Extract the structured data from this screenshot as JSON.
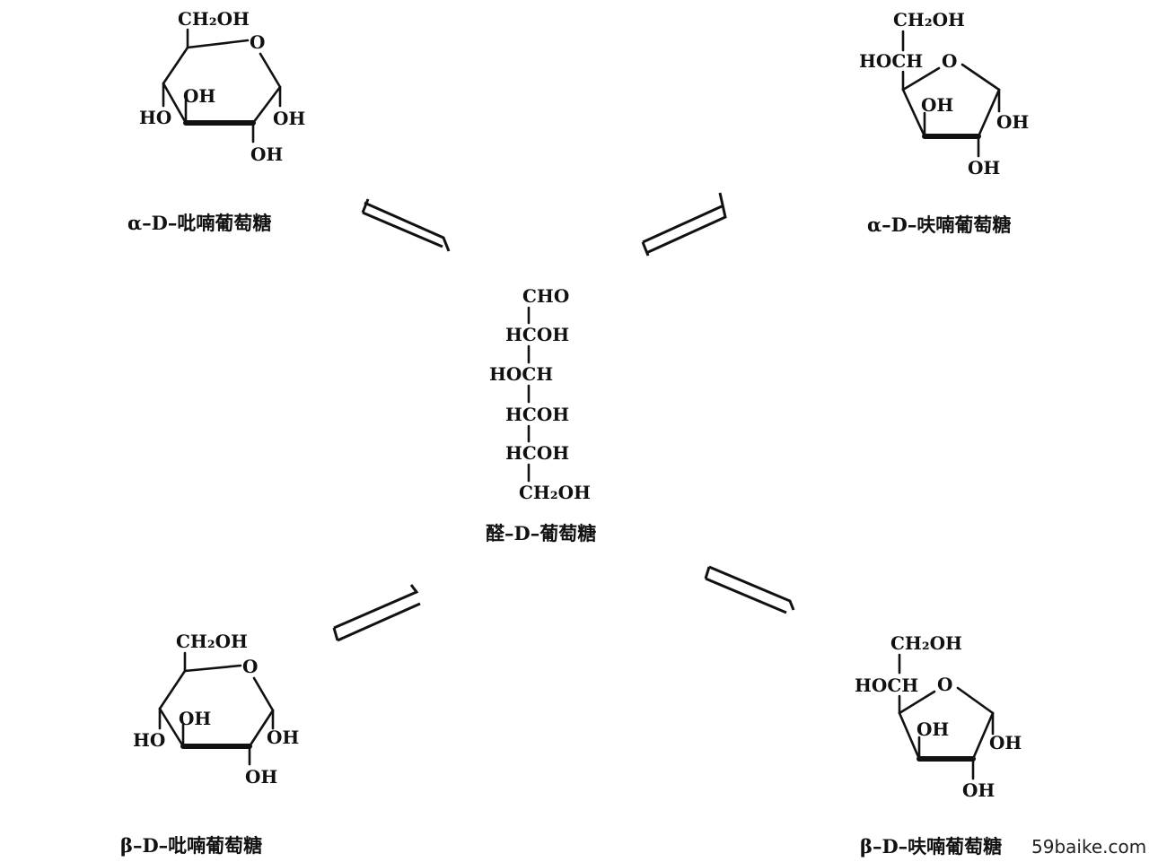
{
  "captions": {
    "alpha_pyranose": "α–D–吡喃葡萄糖",
    "alpha_furanose": "α–D–呋喃葡萄糖",
    "open_chain": "醛–D–葡萄糖",
    "beta_pyranose": "β–D–吡喃葡萄糖",
    "beta_furanose": "β–D–呋喃葡萄糖"
  },
  "alpha_pyranose": {
    "ch2oh": "CH₂OH",
    "ring_o": "O",
    "oh_inner": "OH",
    "ho_left": "HO",
    "oh_right": "OH",
    "oh_bottom": "OH"
  },
  "beta_pyranose": {
    "ch2oh": "CH₂OH",
    "ring_o": "O",
    "oh_inner": "OH",
    "ho_left": "HO",
    "oh_right": "OH",
    "oh_bottom": "OH"
  },
  "alpha_furanose": {
    "ch2oh": "CH₂OH",
    "hoch": "HOCH",
    "ring_o": "O",
    "oh_inner": "OH",
    "oh_right": "OH",
    "oh_bottom": "OH"
  },
  "beta_furanose": {
    "ch2oh": "CH₂OH",
    "hoch": "HOCH",
    "ring_o": "O",
    "oh_inner": "OH",
    "oh_right": "OH",
    "oh_bottom": "OH"
  },
  "open_chain": {
    "rows": [
      "CHO",
      "HCOH",
      "HOCH",
      "HCOH",
      "HCOH",
      "CH₂OH"
    ]
  },
  "watermark": "59baike.com"
}
